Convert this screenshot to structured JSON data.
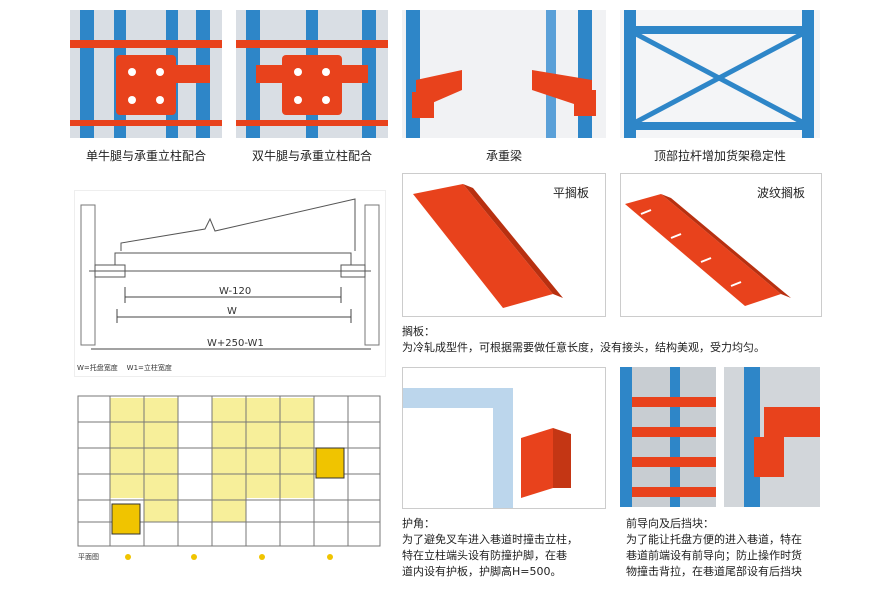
{
  "captions": {
    "c1": "单牛腿与承重立柱配合",
    "c2": "双牛腿与承重立柱配合",
    "c3": "承重梁",
    "c4": "顶部拉杆增加货架稳定性"
  },
  "panels": {
    "flat": "平搁板",
    "wave": "波纹搁板"
  },
  "drawing": {
    "dim1": "W-120",
    "dim2": "W",
    "dim3": "W+250-W1",
    "legend": "W=托盘宽度    W1=立柱宽度"
  },
  "plan": {
    "label": "平面图"
  },
  "shelf": {
    "title": "搁板：",
    "desc": "为冷轧成型件，可根据需要做任意长度，没有接头，结构美观，受力均匀。"
  },
  "guard": {
    "title": "护角：",
    "line1": "为了避免叉车进入巷道时撞击立柱，",
    "line2": "特在立柱端头设有防撞护脚，在巷",
    "line3": "道内设有护板，护脚高H=500。"
  },
  "guide": {
    "title": "前导向及后挡块：",
    "line1": "为了能让托盘方便的进入巷道，特在",
    "line2": "巷道前端设有前导向；防止操作时货",
    "line3": "物撞击背拉，在巷道尾部设有后挡块"
  },
  "colors": {
    "blue": "#2e86c8",
    "orange": "#e8421c",
    "yellow": "#f7ef9a"
  }
}
